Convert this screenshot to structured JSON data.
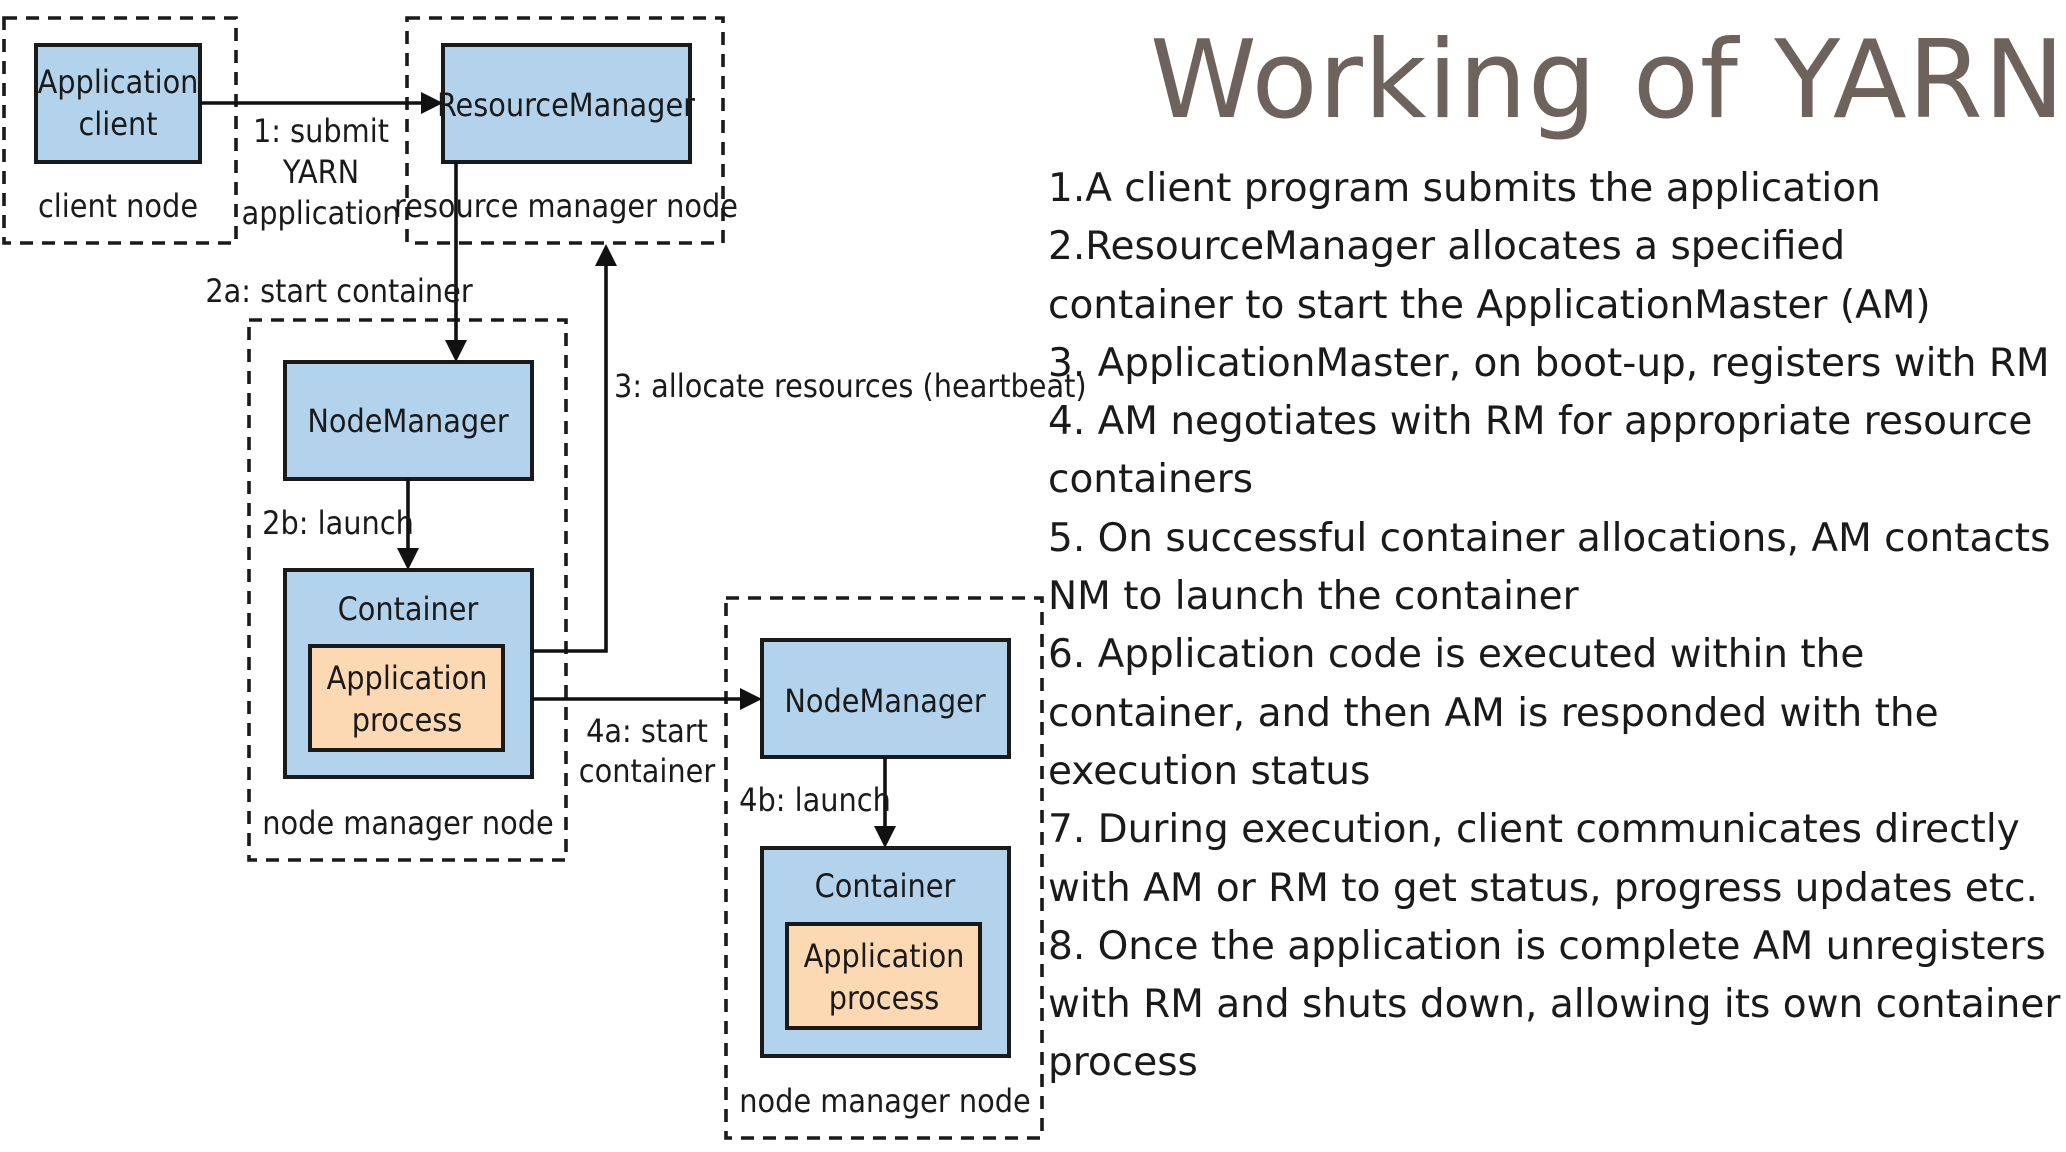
{
  "title": "Working of YARN",
  "diagram": {
    "application_client": [
      "Application",
      "client"
    ],
    "client_node": "client node",
    "resource_manager": "ResourceManager",
    "resource_manager_node": "resource manager node",
    "step1": [
      "1: submit",
      "YARN",
      "application"
    ],
    "step2a": "2a: start container",
    "step2b": "2b: launch",
    "step3": "3: allocate resources (heartbeat)",
    "step4a": [
      "4a: start",
      "container"
    ],
    "step4b": "4b: launch",
    "node_manager": "NodeManager",
    "container": "Container",
    "application_process": [
      "Application",
      "process"
    ],
    "node_manager_node": "node manager node"
  },
  "steps": [
    " 1.A client program submits the application",
    " 2.ResourceManager allocates a specified",
    " container to start the ApplicationMaster (AM)",
    " 3. ApplicationMaster, on boot-up, registers with RM",
    " 4. AM negotiates with RM for appropriate resource",
    " containers",
    " 5. On successful container allocations, AM contacts",
    "NM to launch the container",
    " 6. Application code is executed within the",
    " container, and then AM is responded with the",
    " execution status",
    " 7. During execution, client communicates directly",
    " with AM or RM to get status, progress updates etc.",
    " 8. Once the application is complete AM unregisters",
    " with RM and shuts down, allowing its own container",
    " process"
  ]
}
